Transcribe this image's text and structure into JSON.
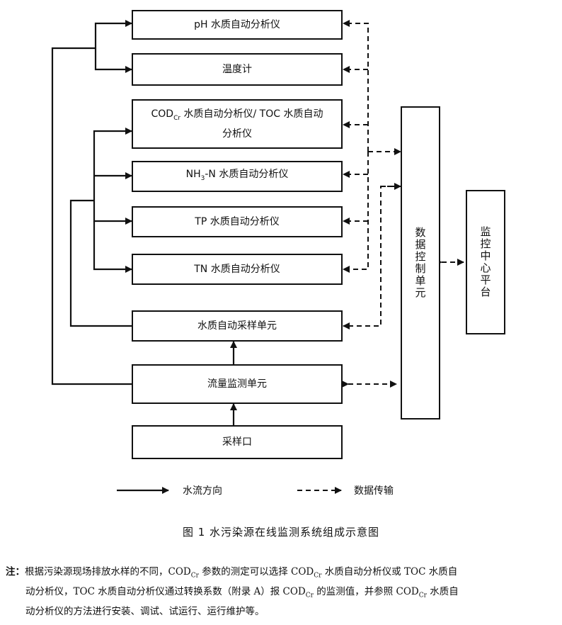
{
  "boxes": {
    "ph": "pH 水质自动分析仪",
    "temp": "温度计",
    "cod_line1_prefix": "COD",
    "cod_line1_sub": "Cr",
    "cod_line1_suffix": " 水质自动分析仪/ TOC 水质自动",
    "cod_line2": "分析仪",
    "nh3_prefix": "NH",
    "nh3_sub": "3",
    "nh3_suffix": "-N 水质自动分析仪",
    "tp": "TP 水质自动分析仪",
    "tn": "TN 水质自动分析仪",
    "sampler": "水质自动采样单元",
    "flow": "流量监测单元",
    "inlet": "采样口",
    "data_unit": "数据控制单元",
    "platform": "监控中心平台"
  },
  "legend": {
    "water_flow": "水流方向",
    "data_transfer": "数据传输"
  },
  "caption": "图 1   水污染源在线监测系统组成示意图",
  "note": {
    "prefix": "注：",
    "line1": "根据污染源现场排放水样的不同，COD",
    "line1_sub": "Cr",
    "line1_b": " 参数的测定可以选择 COD",
    "line1_sub2": "Cr",
    "line1_c": " 水质自动分析仪或 TOC 水质自",
    "line2": "动分析仪，TOC 水质自动分析仪通过转换系数（附录 A）报 COD",
    "line2_sub": "Cr",
    "line2_b": " 的监测值，并参照 COD",
    "line2_sub2": "Cr",
    "line2_c": " 水质自",
    "line3": "动分析仪的方法进行安装、调试、试运行、运行维护等。"
  }
}
